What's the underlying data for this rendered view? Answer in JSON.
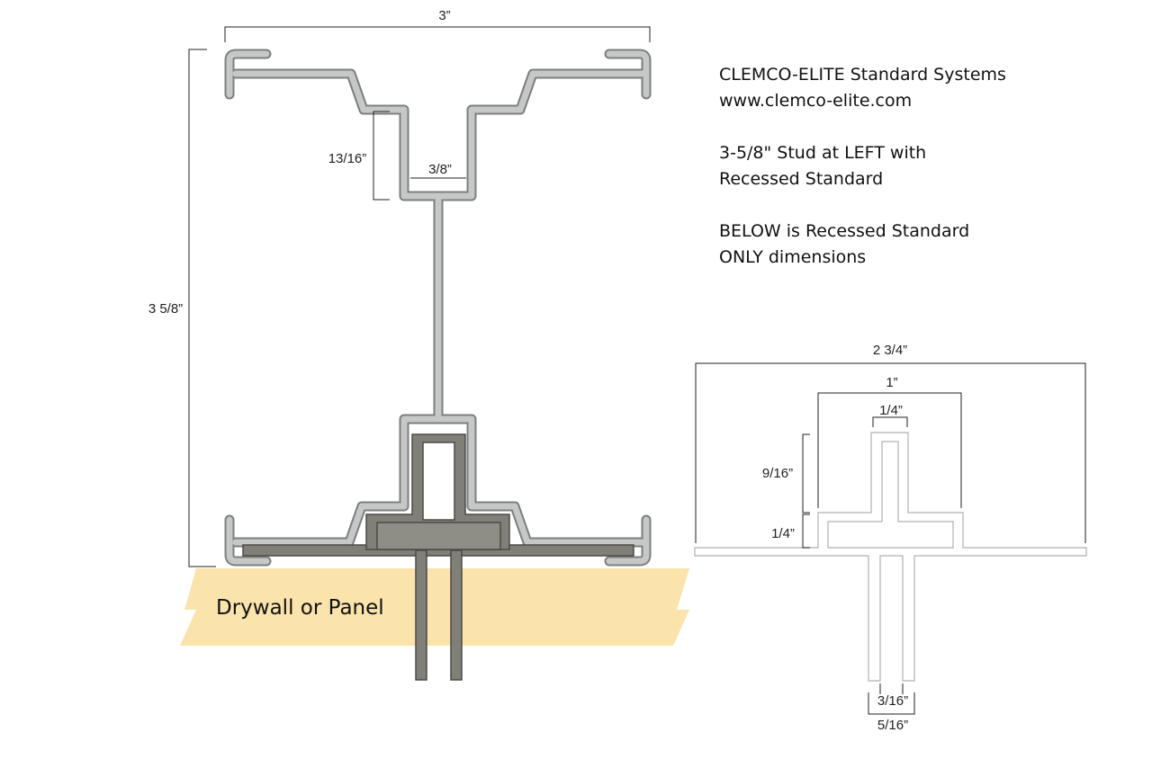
{
  "description": {
    "line1": "CLEMCO-ELITE Standard Systems",
    "line2": "www.clemco-elite.com",
    "line3": "3-5/8\" Stud at LEFT with",
    "line4": "Recessed Standard",
    "line5": "BELOW is Recessed Standard",
    "line6": "ONLY dimensions"
  },
  "left_diagram": {
    "width_label": "3”",
    "height_label": "3 5/8”",
    "recess_depth_label": "13/16”",
    "slot_width_label": "3/8”",
    "panel_label": "Drywall or Panel"
  },
  "right_diagram": {
    "overall_width_label": "2 3/4”",
    "body_width_label": "1”",
    "top_width_label": "1/4”",
    "top_height_label": "9/16”",
    "flange_height_label": "1/4”",
    "gap_label": "3/16”",
    "leg_width_label": "5/16”"
  },
  "colors": {
    "stud_fill": "#bfc1c1",
    "stud_stroke": "#7d7f7f",
    "standard_fill": "#808078",
    "standard_stroke": "#4b4b45",
    "panel_fill": "#fbe3ac",
    "line": "#222222"
  }
}
